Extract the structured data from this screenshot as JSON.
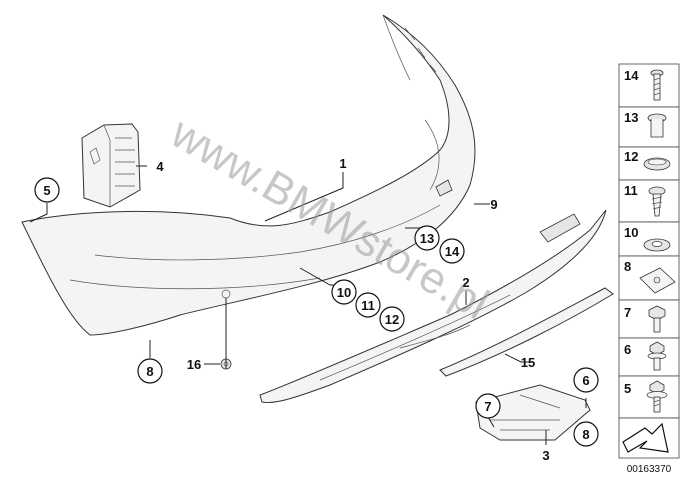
{
  "watermark": "www.BMWstore.pl",
  "diagram_id": "00163370",
  "callouts": {
    "c1": "1",
    "c2": "2",
    "c3": "3",
    "c4": "4",
    "c5": "5",
    "c6": "6",
    "c7": "7",
    "c8a": "8",
    "c8b": "8",
    "c9": "9",
    "c10": "10",
    "c11": "11",
    "c12": "12",
    "c13": "13",
    "c14": "14",
    "c15": "15",
    "c16": "16"
  },
  "sidebar": {
    "cells": [
      {
        "label": "14",
        "icon": "screw-icon"
      },
      {
        "label": "13",
        "icon": "expanding-rivet-icon"
      },
      {
        "label": "12",
        "icon": "grommet-icon"
      },
      {
        "label": "11",
        "icon": "self-tapping-screw-icon"
      },
      {
        "label": "10",
        "icon": "washer-icon"
      },
      {
        "label": "8",
        "icon": "clip-nut-icon"
      },
      {
        "label": "7",
        "icon": "hex-bolt-icon"
      },
      {
        "label": "6",
        "icon": "hex-bolt-washer-icon"
      },
      {
        "label": "5",
        "icon": "hex-bolt-flange-icon"
      },
      {
        "label": "",
        "icon": "direction-arrow-icon"
      }
    ]
  }
}
